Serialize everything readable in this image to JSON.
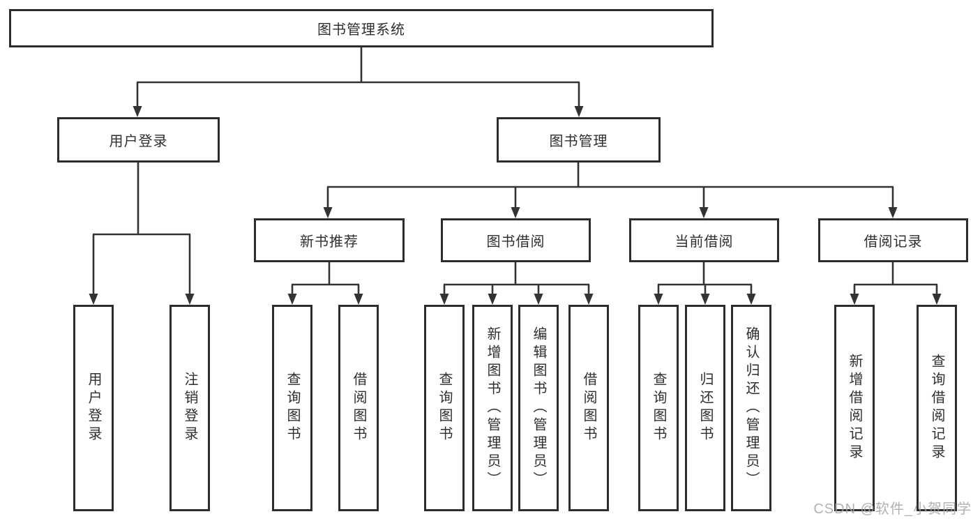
{
  "diagram": {
    "type": "tree",
    "root": {
      "label": "图书管理系统"
    },
    "children": [
      {
        "label": "用户登录",
        "children": [
          "用户登录",
          "注销登录"
        ]
      },
      {
        "label": "图书管理",
        "children": [
          {
            "label": "新书推荐",
            "children": [
              "查询图书",
              "借阅图书"
            ]
          },
          {
            "label": "图书借阅",
            "children": [
              "查询图书",
              "新增图书（管理员）",
              "编辑图书（管理员）",
              "借阅图书"
            ]
          },
          {
            "label": "当前借阅",
            "children": [
              "查询图书",
              "归还图书",
              "确认归还（管理员）"
            ]
          },
          {
            "label": "借阅记录",
            "children": [
              "新增借阅记录",
              "查询借阅记录"
            ]
          }
        ]
      }
    ],
    "colors": {
      "line": "#333333",
      "box_border": "#2d2d2d",
      "text": "#2f2f2f",
      "background": "#ffffff",
      "watermark": "#a5a5a5"
    }
  },
  "watermark": {
    "text": "CSDN @软件_小贺同学"
  }
}
